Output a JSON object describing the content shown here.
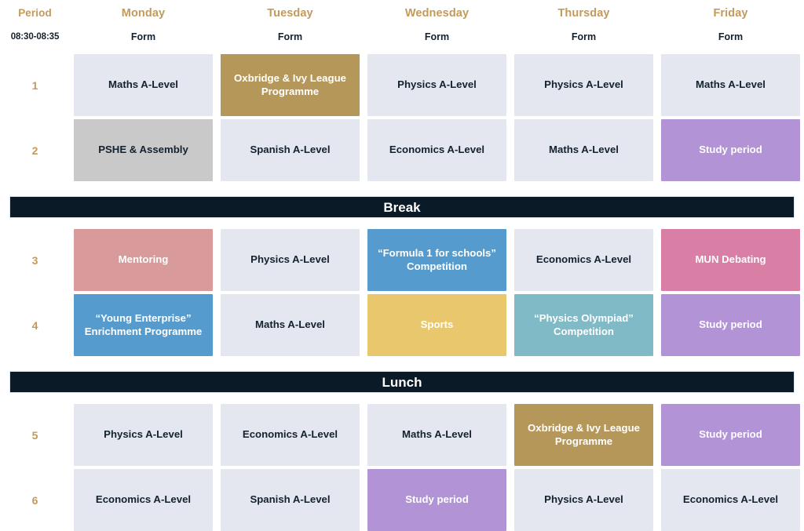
{
  "header": {
    "period_label": "Period",
    "time_label": "08:30-08:35",
    "days": [
      "Monday",
      "Tuesday",
      "Wednesday",
      "Thursday",
      "Friday"
    ],
    "form_label": "Form"
  },
  "colors": {
    "gold": "#b59759",
    "grey": "#c9c9c9",
    "default": "#e4e7ef",
    "purple": "#b193d6",
    "rose": "#d89a9a",
    "blue": "#569bcd",
    "pink": "#d97fa6",
    "yellow": "#e9c76d",
    "teal": "#7fbac6",
    "accent_text": "#c29a5b",
    "banner_bg": "#0b1a27",
    "dark_text": "#14212e"
  },
  "banners": {
    "break": "Break",
    "lunch": "Lunch"
  },
  "periods": [
    {
      "number": "1",
      "cells": [
        {
          "label": "Maths A-Level",
          "style": "default"
        },
        {
          "label": "Oxbridge & Ivy League Programme",
          "style": "gold"
        },
        {
          "label": "Physics A-Level",
          "style": "default"
        },
        {
          "label": "Physics A-Level",
          "style": "default"
        },
        {
          "label": "Maths A-Level",
          "style": "default"
        }
      ]
    },
    {
      "number": "2",
      "cells": [
        {
          "label": "PSHE & Assembly",
          "style": "grey"
        },
        {
          "label": "Spanish A-Level",
          "style": "default"
        },
        {
          "label": "Economics A-Level",
          "style": "default"
        },
        {
          "label": "Maths A-Level",
          "style": "default"
        },
        {
          "label": "Study period",
          "style": "purple"
        }
      ]
    },
    {
      "number": "3",
      "cells": [
        {
          "label": "Mentoring",
          "style": "rose"
        },
        {
          "label": "Physics A-Level",
          "style": "default"
        },
        {
          "label": "“Formula 1 for schools” Competition",
          "style": "blue"
        },
        {
          "label": "Economics A-Level",
          "style": "default"
        },
        {
          "label": "MUN Debating",
          "style": "pink"
        }
      ]
    },
    {
      "number": "4",
      "cells": [
        {
          "label": "“Young Enterprise” Enrichment Programme",
          "style": "blue"
        },
        {
          "label": "Maths A-Level",
          "style": "default"
        },
        {
          "label": "Sports",
          "style": "yellow"
        },
        {
          "label": "“Physics Olympiad” Competition",
          "style": "teal"
        },
        {
          "label": "Study period",
          "style": "purple"
        }
      ]
    },
    {
      "number": "5",
      "cells": [
        {
          "label": "Physics A-Level",
          "style": "default"
        },
        {
          "label": "Economics A-Level",
          "style": "default"
        },
        {
          "label": "Maths A-Level",
          "style": "default"
        },
        {
          "label": "Oxbridge & Ivy League Programme",
          "style": "gold"
        },
        {
          "label": "Study period",
          "style": "purple"
        }
      ]
    },
    {
      "number": "6",
      "cells": [
        {
          "label": "Economics A-Level",
          "style": "default"
        },
        {
          "label": "Spanish A-Level",
          "style": "default"
        },
        {
          "label": "Study period",
          "style": "purple"
        },
        {
          "label": "Physics A-Level",
          "style": "default"
        },
        {
          "label": "Economics A-Level",
          "style": "default"
        }
      ]
    }
  ]
}
